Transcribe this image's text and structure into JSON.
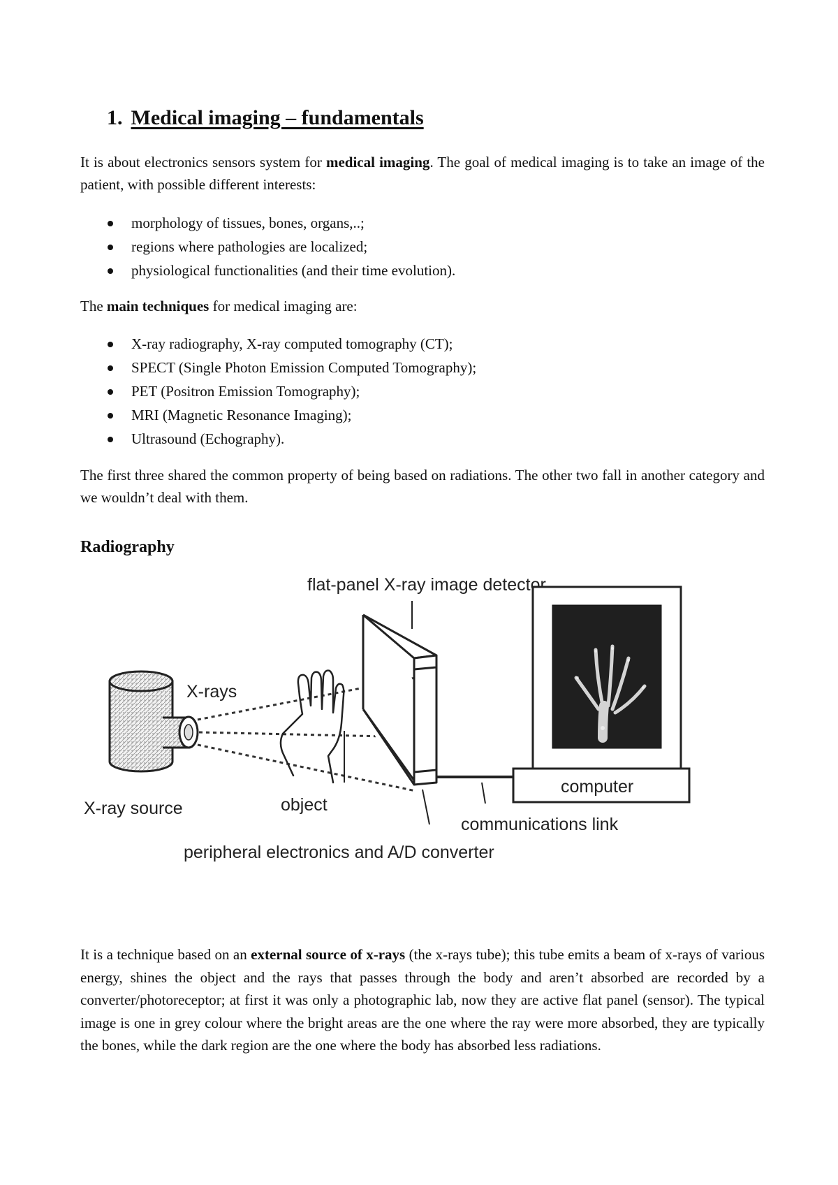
{
  "heading": {
    "number": "1.",
    "title": "Medical imaging – fundamentals"
  },
  "intro": {
    "pre": "It is about electronics sensors system for ",
    "bold": "medical imaging",
    "post": ". The goal of medical imaging is to take an image of the patient, with possible different interests:"
  },
  "interests": [
    "morphology of tissues, bones, organs,..;",
    "regions where pathologies are localized;",
    "physiological functionalities (and their time evolution)."
  ],
  "techniques_intro": {
    "pre": "The ",
    "bold": "main techniques",
    "post": " for medical imaging are:"
  },
  "techniques": [
    "X-ray radiography, X-ray computed tomography (CT);",
    "SPECT (Single Photon Emission Computed Tomography);",
    "PET (Positron Emission Tomography);",
    "MRI (Magnetic Resonance Imaging);",
    "Ultrasound (Echography)."
  ],
  "first_three": "The first three shared the common property of being based on radiations. The other two fall in another category and we wouldn’t deal with them.",
  "section_title": "Radiography",
  "figure": {
    "detector_label": "flat-panel X-ray image detector",
    "xrays_label": "X-rays",
    "source_label": "X-ray source",
    "object_label": "object",
    "computer_label": "computer",
    "link_label": "communications link",
    "electronics_label": "peripheral electronics and A/D converter"
  },
  "radiography_para": {
    "pre": "It is a technique based on an ",
    "bold": "external source of x-rays",
    "post": " (the x-rays tube); this tube emits a beam of x-rays of various energy, shines the object and the rays that passes through the body and aren’t absorbed are recorded by a converter/photoreceptor; at first it was only a photographic lab, now they are active flat panel (sensor). The typical image is one in grey colour where the bright areas are the one where the ray were more absorbed, they are typically the bones, while the dark region are the one where the body has absorbed less radiations."
  }
}
